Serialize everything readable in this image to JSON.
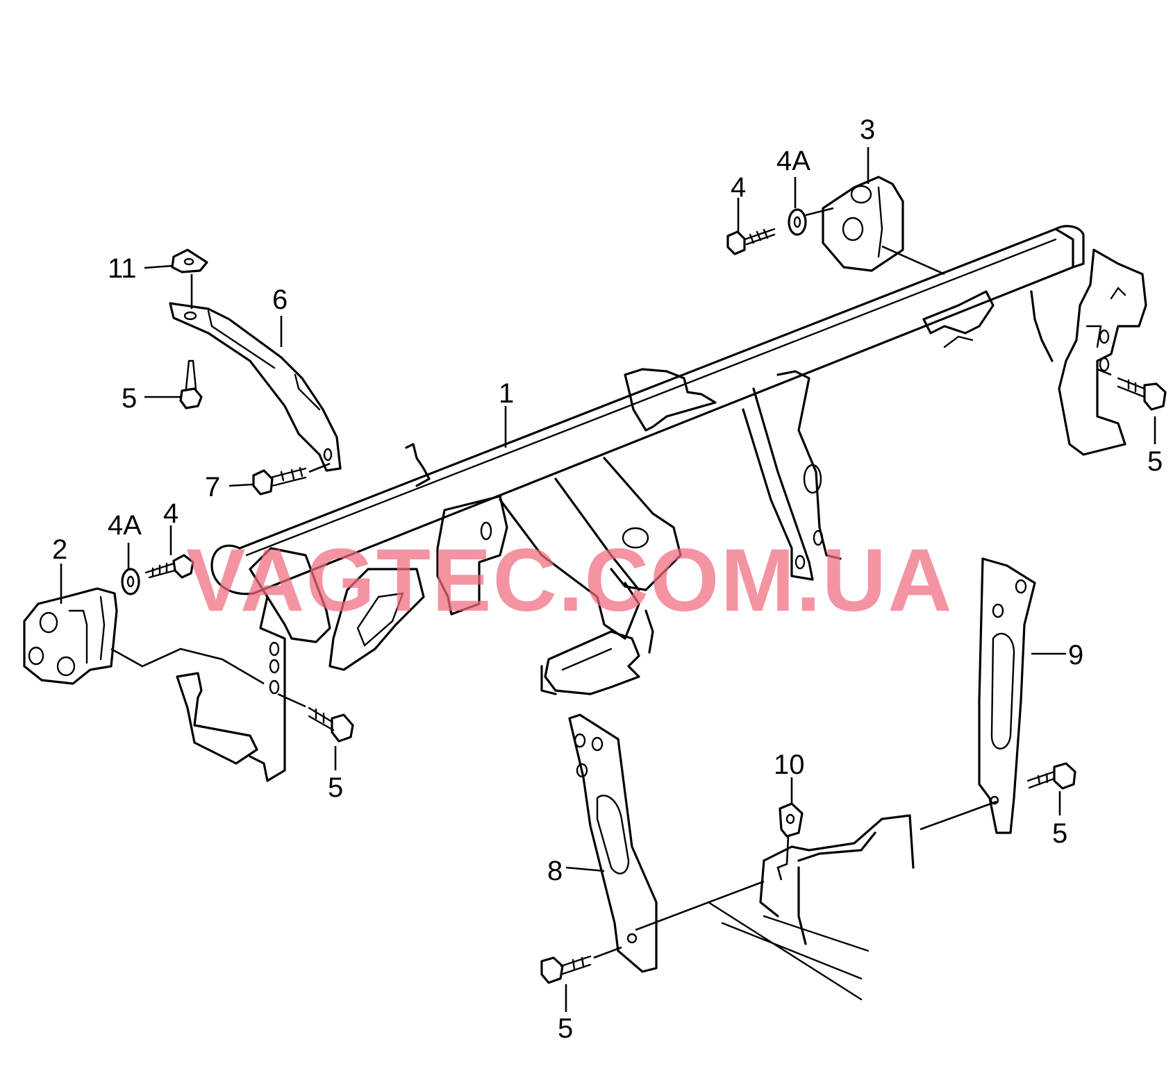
{
  "watermark": "VAGTEC.COM.UA",
  "callouts": {
    "c1": "1",
    "c2": "2",
    "c3": "3",
    "c4_top": "4",
    "c4a_top": "4A",
    "c4_left": "4",
    "c4a_left": "4A",
    "c5_topleft": "5",
    "c5_right": "5",
    "c5_midleft": "5",
    "c5_lowright": "5",
    "c5_bottom": "5",
    "c6": "6",
    "c7": "7",
    "c8": "8",
    "c9": "9",
    "c10": "10",
    "c11": "11"
  },
  "colors": {
    "line": "#000000",
    "background": "#ffffff",
    "watermark": "#f06b7e"
  }
}
